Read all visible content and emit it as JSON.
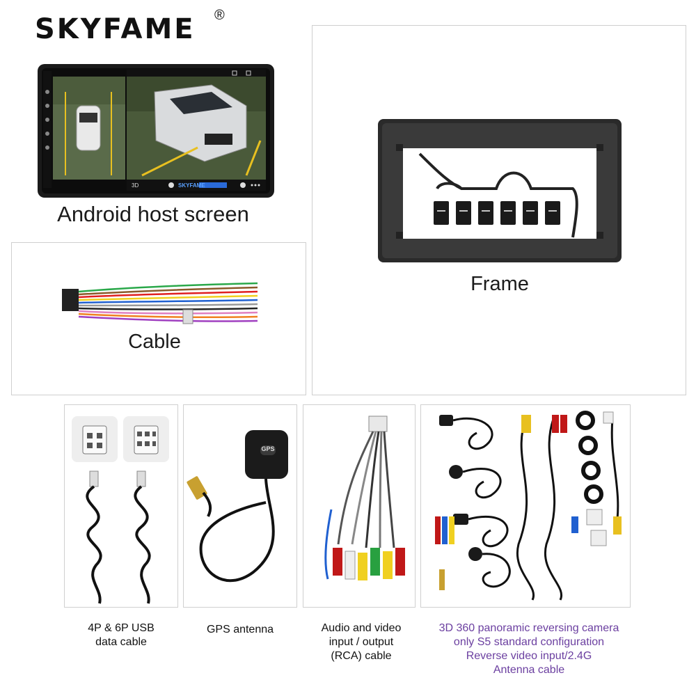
{
  "brand": {
    "name": "SKYFAME",
    "registered_mark": "®"
  },
  "host": {
    "label": "Android host screen",
    "screen_brand": "SKYFAME",
    "screen_mode": "3D"
  },
  "frame": {
    "label": "Frame"
  },
  "cable": {
    "label": "Cable"
  },
  "items": [
    {
      "lines": [
        "4P & 6P USB",
        "data cable"
      ]
    },
    {
      "lines": [
        "GPS antenna"
      ]
    },
    {
      "lines": [
        "Audio and video",
        "input / output",
        "(RCA) cable"
      ]
    },
    {
      "lines": [
        "3D 360 panoramic reversing camera",
        "only S5 standard configuration",
        "Reverse video input/2.4G",
        "Antenna cable"
      ]
    }
  ],
  "gps_module_text": "GPS",
  "colors": {
    "accent_text": "#6b3fa0",
    "border": "#cfcfcf"
  }
}
